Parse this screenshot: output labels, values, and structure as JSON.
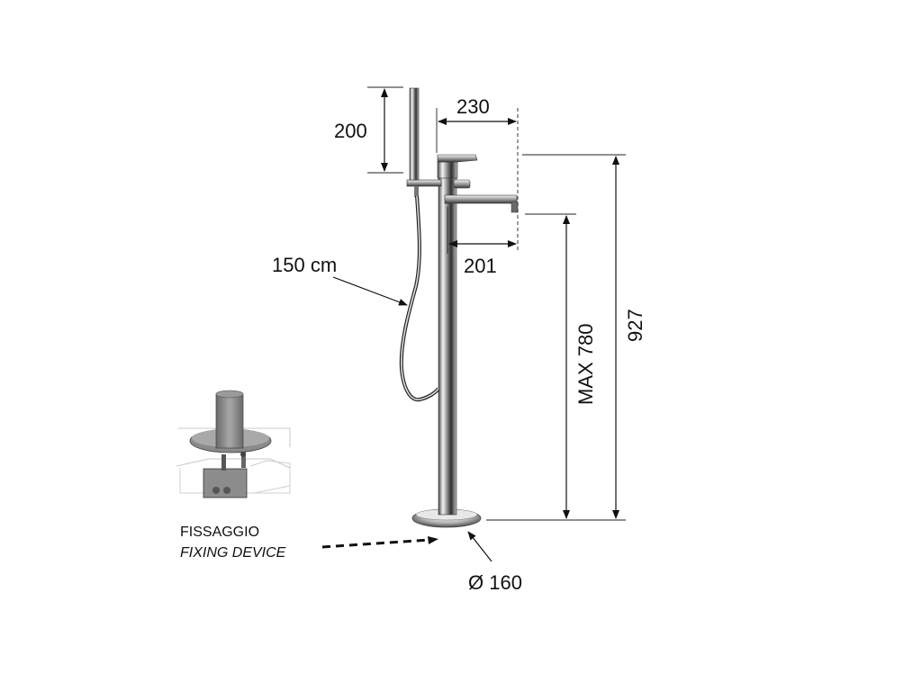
{
  "dimensions": {
    "handshower_height": "200",
    "spout_reach_top": "230",
    "spout_reach_bottom": "201",
    "hose_length": "150 cm",
    "max_spout_height": "MAX 780",
    "total_height": "927",
    "base_diameter": "Ø 160"
  },
  "fixing_device": {
    "label_it": "FISSAGGIO",
    "label_en": "FIXING DEVICE"
  },
  "colors": {
    "line": "#111111",
    "chrome_dark": "#5a5a5a",
    "chrome_light": "#f2f2f2",
    "detail_grey": "#808080"
  }
}
